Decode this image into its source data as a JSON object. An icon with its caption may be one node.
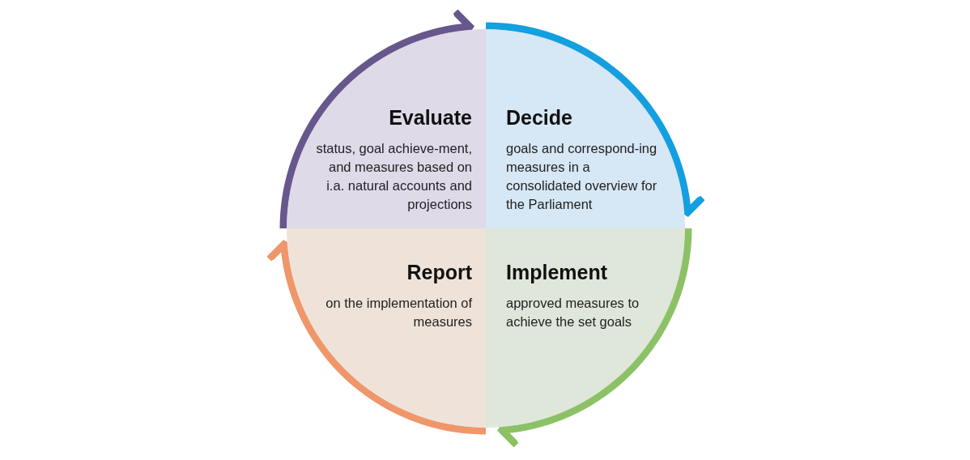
{
  "diagram": {
    "nodes": [
      {
        "text": [
          "Evaluate",
          "status, goal achieve-ment, and measures based on i.a. natural accounts and projections"
        ]
      },
      {
        "text": [
          "Decide",
          "goals and correspond-ing measures in a consolidated overview for the Parliament"
        ]
      },
      {
        "text": [
          "Report",
          "on the implementation of measures"
        ]
      },
      {
        "text": [
          "Implement",
          "approved measures to achieve the set goals"
        ]
      }
    ],
    "edges": [
      {
        "from": 0,
        "to": 1,
        "arrow": "to",
        "color": "#67578c"
      },
      {
        "from": 1,
        "to": 3,
        "arrow": "to",
        "color": "#139fe0"
      },
      {
        "from": 3,
        "to": 2,
        "arrow": "to",
        "color": "#8cc265"
      },
      {
        "from": 2,
        "to": 0,
        "arrow": "to",
        "color": "#f0966b"
      }
    ]
  }
}
